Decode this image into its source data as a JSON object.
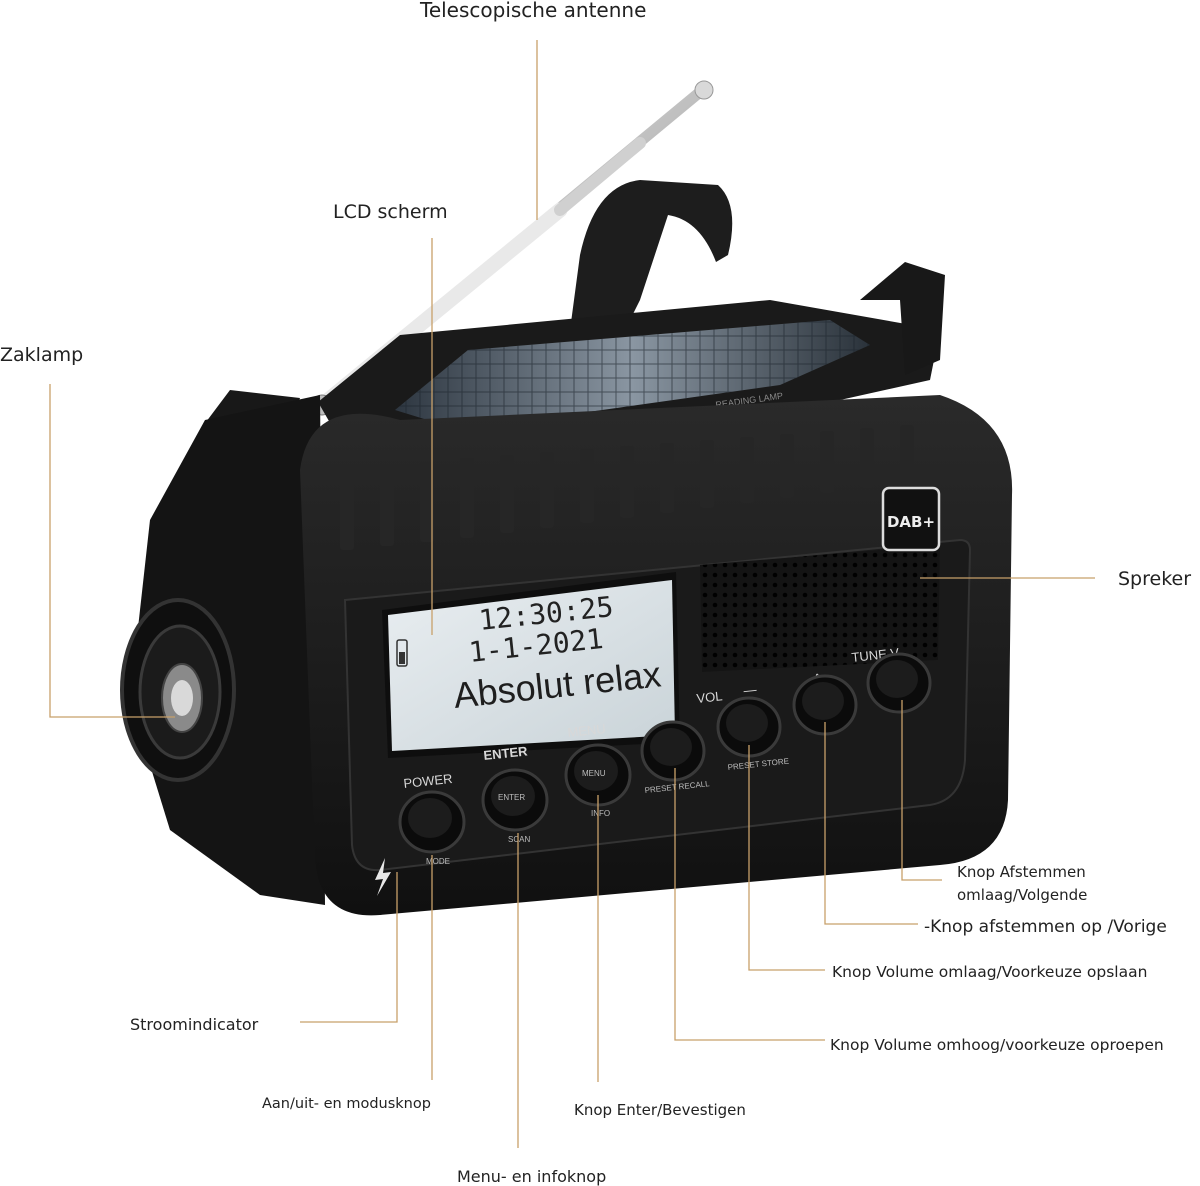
{
  "labels": {
    "antenna": "Telescopische antenne",
    "lcd": "LCD scherm",
    "flashlight": "Zaklamp",
    "speaker": "Spreker",
    "tune_down": [
      "Knop Afstemmen",
      "omlaag/Volgende"
    ],
    "tune_up": "-Knop afstemmen op /Vorige",
    "vol_down": "Knop Volume omlaag/Voorkeuze opslaan",
    "vol_up": "Knop Volume omhoog/voorkeuze oproepen",
    "power_indicator": "Stroomindicator",
    "power_mode": "Aan/uit- en modusknop",
    "enter": "Knop Enter/Bevestigen",
    "menu_info": "Menu- en infoknop"
  },
  "device": {
    "lcd_time": "12:30:25",
    "lcd_date": "1-1-2021",
    "lcd_station": "Absolut relax",
    "badge": "DAB+",
    "lamp_label": "READING LAMP",
    "buttons": {
      "power_top": "POWER",
      "power_sub": "MODE",
      "enter_top": "ENTER",
      "enter_face": "ENTER",
      "enter_sub": "SCAN",
      "menu_top": "MENU",
      "menu_face": "MENU",
      "menu_sub": "INFO",
      "recall_sub": "PRESET RECALL",
      "vol_label": "VOL",
      "minus": "—",
      "store_sub": "PRESET STORE",
      "caret": "^",
      "tune_label": "TUNE V"
    }
  },
  "colors": {
    "leader": "#c8a06a",
    "body": "#1b1b1b",
    "lcd": "#dfe6ea"
  }
}
